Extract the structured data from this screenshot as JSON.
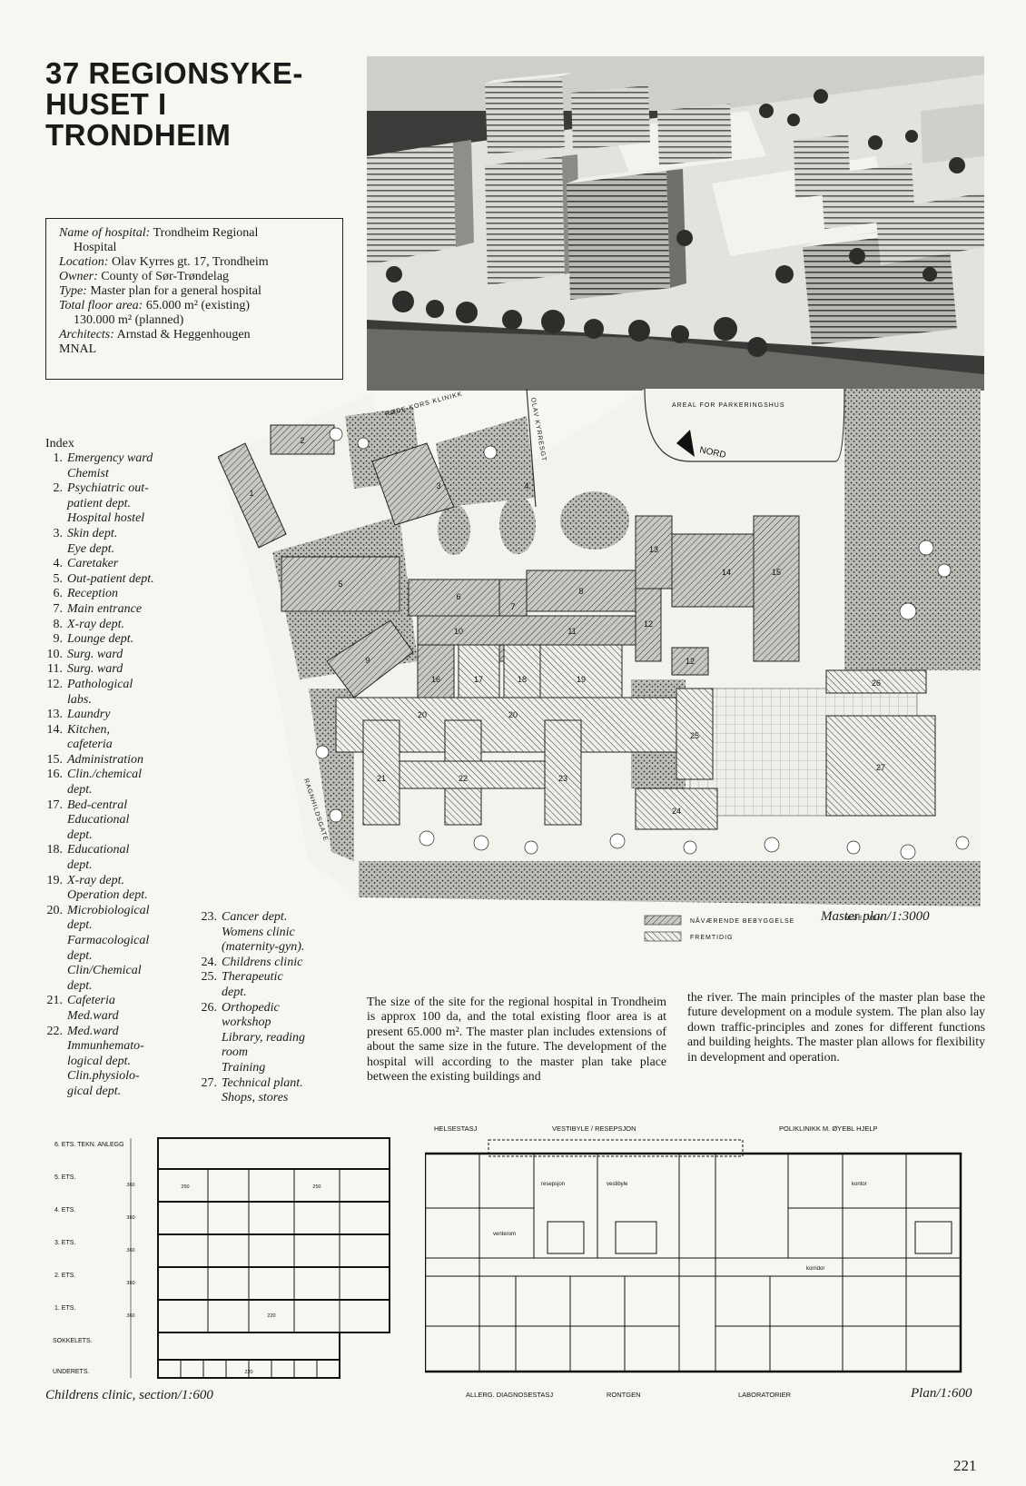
{
  "title": {
    "line1": "37 REGIONSYKE-",
    "line2": "HUSET I",
    "line3": "TRONDHEIM"
  },
  "info": {
    "name_label": "Name of hospital:",
    "name_value": "Trondheim Regional",
    "name_value2": "Hospital",
    "location_label": "Location:",
    "location_value": "Olav Kyrres gt. 17, Trondheim",
    "owner_label": "Owner:",
    "owner_value": "County of Sør-Trøndelag",
    "type_label": "Type:",
    "type_value": "Master plan for a general hospital",
    "area_label": "Total floor area:",
    "area_value": "65.000 m² (existing)",
    "area_value2": "130.000 m² (planned)",
    "architects_label": "Architects:",
    "architects_value": "Arnstad & Heggenhougen",
    "architects_value2": "MNAL"
  },
  "index": {
    "heading": "Index",
    "col1": [
      {
        "num": "1.",
        "lines": [
          "Emergency ward",
          "Chemist"
        ]
      },
      {
        "num": "2.",
        "lines": [
          "Psychiatric out-",
          "patient dept.",
          "Hospital hostel"
        ]
      },
      {
        "num": "3.",
        "lines": [
          "Skin dept.",
          "Eye dept."
        ]
      },
      {
        "num": "4.",
        "lines": [
          "Caretaker"
        ]
      },
      {
        "num": "5.",
        "lines": [
          "Out-patient dept."
        ]
      },
      {
        "num": "6.",
        "lines": [
          "Reception"
        ]
      },
      {
        "num": "7.",
        "lines": [
          "Main entrance"
        ]
      },
      {
        "num": "8.",
        "lines": [
          "X-ray dept."
        ]
      },
      {
        "num": "9.",
        "lines": [
          "Lounge dept."
        ]
      },
      {
        "num": "10.",
        "lines": [
          "Surg. ward"
        ]
      },
      {
        "num": "11.",
        "lines": [
          "Surg. ward"
        ]
      },
      {
        "num": "12.",
        "lines": [
          "Pathological",
          "labs."
        ]
      },
      {
        "num": "13.",
        "lines": [
          "Laundry"
        ]
      },
      {
        "num": "14.",
        "lines": [
          "Kitchen,",
          "cafeteria"
        ]
      },
      {
        "num": "15.",
        "lines": [
          "Administration"
        ]
      },
      {
        "num": "16.",
        "lines": [
          "Clin./chemical",
          "dept."
        ]
      },
      {
        "num": "17.",
        "lines": [
          "Bed-central",
          "Educational",
          "dept."
        ]
      },
      {
        "num": "18.",
        "lines": [
          "Educational",
          "dept."
        ]
      },
      {
        "num": "19.",
        "lines": [
          "X-ray dept.",
          "Operation dept."
        ]
      },
      {
        "num": "20.",
        "lines": [
          "Microbiological",
          "dept.",
          "Farmacological",
          "dept.",
          "Clin/Chemical",
          "dept."
        ]
      },
      {
        "num": "21.",
        "lines": [
          "Cafeteria",
          "Med.ward"
        ]
      },
      {
        "num": "22.",
        "lines": [
          "Med.ward",
          "Immunhemato-",
          "logical dept.",
          "Clin.physiolo-",
          "gical dept."
        ]
      }
    ],
    "col2": [
      {
        "num": "23.",
        "lines": [
          "Cancer dept.",
          "Womens clinic",
          "(maternity-gyn)."
        ]
      },
      {
        "num": "24.",
        "lines": [
          "Childrens clinic"
        ]
      },
      {
        "num": "25.",
        "lines": [
          "Therapeutic",
          "dept."
        ]
      },
      {
        "num": "26.",
        "lines": [
          "Orthopedic",
          "workshop",
          "Library, reading",
          "room",
          "Training"
        ]
      },
      {
        "num": "27.",
        "lines": [
          "Technical plant.",
          "Shops, stores"
        ]
      }
    ]
  },
  "master_plan": {
    "caption": "Master plan/1:3000",
    "street1": "OLAV KYRRESGT",
    "street2": "RØDE KORS KLINIKK",
    "parking": "AREAL FOR PARKERINGSHUS",
    "north": "NORD",
    "river": "NIDELVEN",
    "street3": "RAGNHILDSGATE",
    "legend1": "NÅVÆRENDE BEBYGGELSE",
    "legend2": "FREMTIDIG",
    "blocks": [
      "1",
      "2",
      "3",
      "4",
      "5",
      "6",
      "7",
      "8",
      "9",
      "10",
      "11",
      "12",
      "12",
      "13",
      "14",
      "15",
      "16",
      "17",
      "18",
      "19",
      "20",
      "20",
      "21",
      "22",
      "23",
      "24",
      "25",
      "26",
      "27"
    ]
  },
  "body": {
    "para1": "The size of the site for the regional hospital in Trondheim is approx 100 da, and the total existing floor area is at present 65.000 m². The master plan includes extensions of about the same size in the future. The development of the hospital will according to the master plan take place between the existing buildings and",
    "para2": "the river. The main principles of the master plan base the future development on a module system. The plan also lay down traffic-principles and zones for different functions and building heights. The master plan allows for flexibility in development and operation."
  },
  "section": {
    "caption": "Childrens clinic, section/1:600",
    "floors": [
      "6. ETS. TEKN. ANLEGG",
      "5. ETS.",
      "4. ETS.",
      "3. ETS.",
      "2. ETS.",
      "1. ETS.",
      "SOKKELETS.",
      "UNDERETS."
    ],
    "dim_360": "360",
    "dim_250": "250",
    "dim_220": "220"
  },
  "floor_plan": {
    "caption": "Plan/1:600",
    "top_labels": [
      "HELSESTASJ",
      "VESTIBYLE / RESEPSJON",
      "POLIKLINIKK M. ØYEBL HJELP"
    ],
    "bottom_labels": [
      "ALLERG. DIAGNOSESTASJ",
      "RONTGEN",
      "LABORATORIER"
    ],
    "rooms": [
      "venterom",
      "korridor",
      "vestibyle",
      "resepsjon",
      "kontor"
    ]
  },
  "page_number": "221"
}
